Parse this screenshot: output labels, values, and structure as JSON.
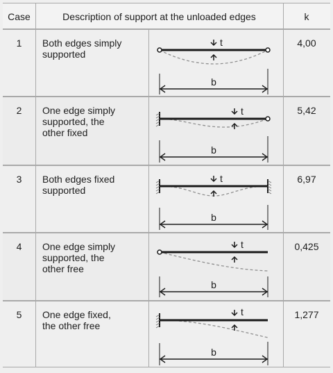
{
  "table": {
    "headers": {
      "case": "Case",
      "description": "Description of support at the unloaded edges",
      "k": "k"
    },
    "thickness_label": "t",
    "width_label": "b",
    "rows": [
      {
        "case": "1",
        "description_lines": [
          "Both edges simply",
          "supported"
        ],
        "k": "4,00"
      },
      {
        "case": "2",
        "description_lines": [
          "One edge simply",
          "supported, the",
          "other fixed"
        ],
        "k": "5,42"
      },
      {
        "case": "3",
        "description_lines": [
          "Both edges fixed",
          "supported"
        ],
        "k": "6,97"
      },
      {
        "case": "4",
        "description_lines": [
          "One edge simply",
          "supported, the",
          "other free"
        ],
        "k": "0,425"
      },
      {
        "case": "5",
        "description_lines": [
          "One edge fixed,",
          "the other free"
        ],
        "k": "1,277"
      }
    ]
  }
}
